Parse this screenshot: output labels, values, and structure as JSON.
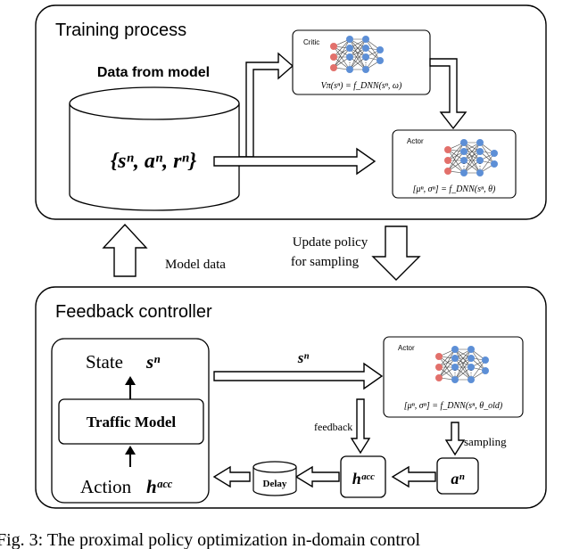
{
  "training": {
    "title": "Training process",
    "data_label": "Data from model",
    "data_set": "{sⁿ, aⁿ, rⁿ}",
    "critic": {
      "label": "Critic",
      "formula": "Vπ(sⁿ) = f_DNN(sⁿ, ω)"
    },
    "actor": {
      "label": "Actor",
      "formula": "[μⁿ, σⁿ] = f_DNN(sⁿ, θ)"
    }
  },
  "links": {
    "model_data": "Model data",
    "update_policy_line1": "Update policy",
    "update_policy_line2": "for sampling"
  },
  "feedback": {
    "title": "Feedback controller",
    "state_label": "State",
    "state_symbol": "sⁿ",
    "traffic_model": "Traffic Model",
    "action_label": "Action",
    "action_symbol": "hᵃᶜᶜ",
    "state_arrow_label": "sⁿ",
    "feedback_label": "feedback",
    "sampling_label": "sampling",
    "delay_label": "Delay",
    "h_box": "hᵃᶜᶜ",
    "a_box": "aⁿ",
    "actor": {
      "label": "Actor",
      "formula": "[μⁿ, σⁿ] = f_DNN(sⁿ, θ_old)"
    }
  },
  "caption": "Fig. 3: The proximal policy optimization in-domain control"
}
